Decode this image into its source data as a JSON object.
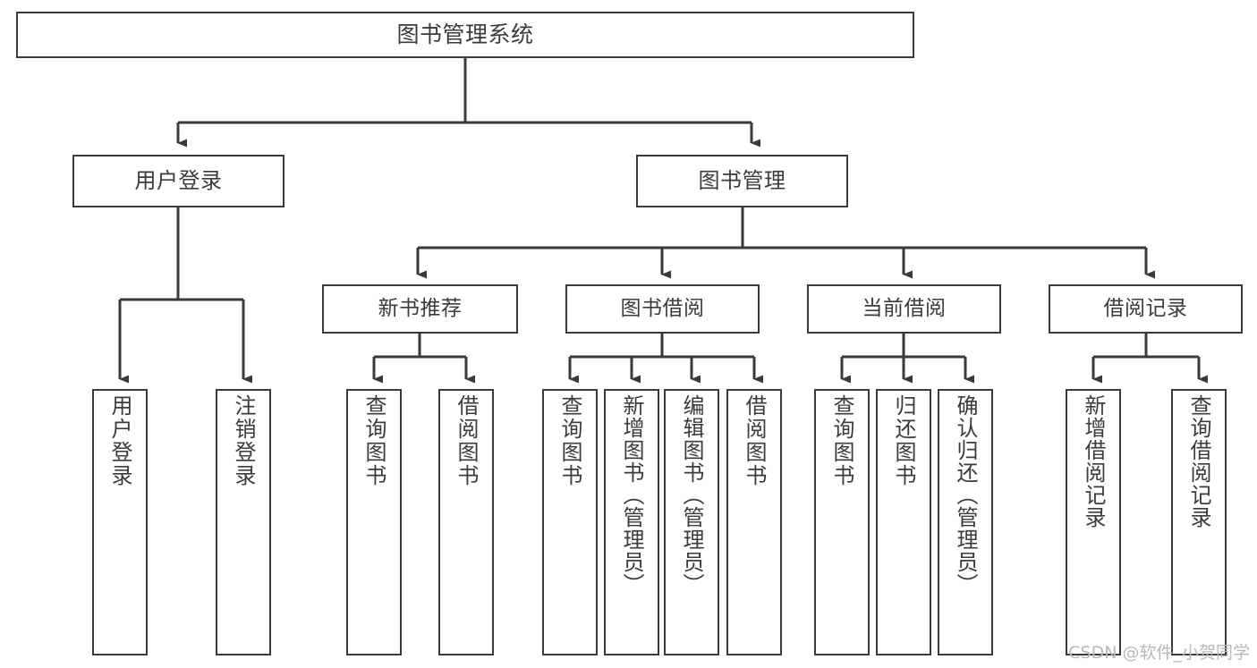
{
  "diagram": {
    "title": "图书管理系统",
    "type": "tree-hierarchy-chart",
    "watermark": "CSDN @软件_小贺同学",
    "colors": {
      "box_border": "#3a3a3a",
      "box_fill": "#ffffff",
      "text": "#3b3b3b",
      "edge": "#3a3a3a",
      "background": "#ffffff",
      "watermark": "#b9b9b9"
    },
    "root": {
      "id": "root",
      "label": "图书管理系统"
    },
    "level1": [
      {
        "id": "user-login",
        "label": "用户登录"
      },
      {
        "id": "book-management",
        "label": "图书管理"
      }
    ],
    "level2": [
      {
        "id": "new-book-recommend",
        "label": "新书推荐",
        "parent": "book-management"
      },
      {
        "id": "book-borrow",
        "label": "图书借阅",
        "parent": "book-management"
      },
      {
        "id": "current-borrow",
        "label": "当前借阅",
        "parent": "book-management"
      },
      {
        "id": "borrow-record",
        "label": "借阅记录",
        "parent": "book-management"
      }
    ],
    "leaves": [
      {
        "id": "leaf-user-login",
        "label": "用户登录",
        "parent": "user-login"
      },
      {
        "id": "leaf-logout-login",
        "label": "注销登录",
        "parent": "user-login"
      },
      {
        "id": "leaf-query-book-1",
        "label": "查询图书",
        "parent": "new-book-recommend"
      },
      {
        "id": "leaf-borrow-book-1",
        "label": "借阅图书",
        "parent": "new-book-recommend"
      },
      {
        "id": "leaf-query-book-2",
        "label": "查询图书",
        "parent": "book-borrow"
      },
      {
        "id": "leaf-add-book",
        "label": "新增图书（管理员）",
        "parent": "book-borrow"
      },
      {
        "id": "leaf-edit-book",
        "label": "编辑图书（管理员）",
        "parent": "book-borrow"
      },
      {
        "id": "leaf-borrow-book-2",
        "label": "借阅图书",
        "parent": "book-borrow"
      },
      {
        "id": "leaf-query-book-3",
        "label": "查询图书",
        "parent": "current-borrow"
      },
      {
        "id": "leaf-return-book",
        "label": "归还图书",
        "parent": "current-borrow"
      },
      {
        "id": "leaf-confirm-return",
        "label": "确认归还（管理员）",
        "parent": "current-borrow"
      },
      {
        "id": "leaf-add-record",
        "label": "新增借阅记录",
        "parent": "borrow-record"
      },
      {
        "id": "leaf-query-record",
        "label": "查询借阅记录",
        "parent": "borrow-record"
      }
    ]
  }
}
